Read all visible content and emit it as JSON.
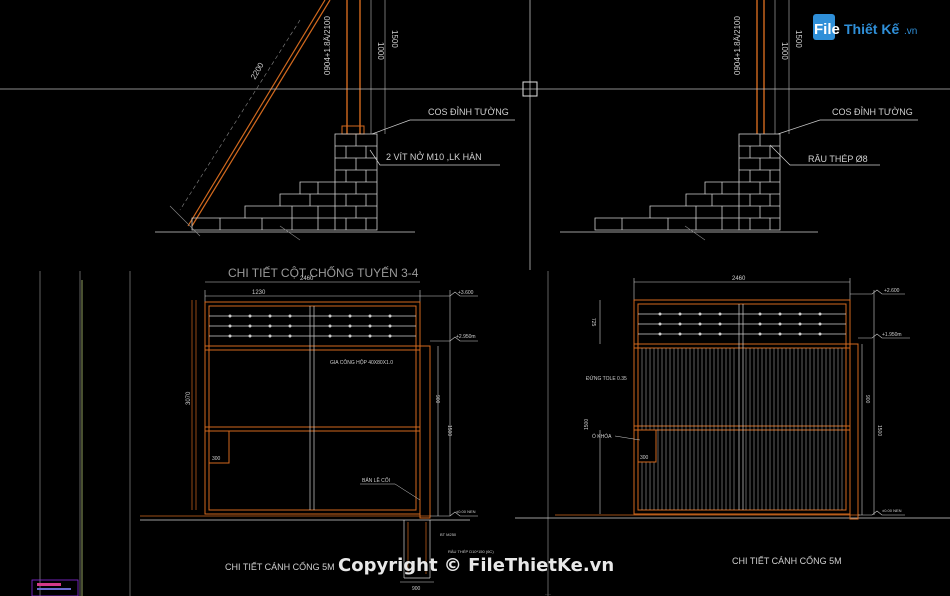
{
  "drawing": {
    "dims": {
      "d2200_top": "2200",
      "d1000_left": "1000",
      "d1500_left": "1500",
      "d0904_left": "0904+1.8Ä/2100",
      "d1000_right": "1000",
      "d1500_right": "1500",
      "d0904_right": "0904+1.8Ä/2100",
      "d2460_left": "2460",
      "d1230": "1230",
      "d2460_right": "2460",
      "d725_right": "725",
      "d1500_left_gate": "1500",
      "d900_left": "900",
      "d1500_side_left": "1500",
      "d3070": "3070",
      "d300_l": "300",
      "d300_r": "300",
      "d900_bottom": "900",
      "d900_right_gate": "900",
      "d1500_right_gate": "1500"
    },
    "notes": {
      "cos_dinh_tuong_left": "COS ĐỈNH TƯỜNG",
      "vit_no": "2 VÍT NỞ M10 ,LK HÀN",
      "cos_dinh_tuong_right": "COS ĐỈNH TƯỜNG",
      "rau_thep": "RÂU THÉP Ø8",
      "section_title_top": "CHI TIẾT CỘT CHỐNG TUYẾN 3-4",
      "elev_l_top": "+3.600",
      "elev_l_mid": "+2.950m",
      "elev_r_top": "+2.600",
      "elev_r_mid": "+1.950m",
      "gia_cong_hop": "GIA CÔNG HỘP 40X80X1.0",
      "ban_le_coi": "BẢN LỀ CỐI",
      "elev_l_ground": "±0.00 NEN",
      "elev_r_ground": "±0.00 NEN",
      "bt_250": "BT M250",
      "rau_thep_d10": "RÂU THÉP D10*150 (6C)",
      "dung_tole": "ĐỨNG TOLE 0.35",
      "o_khoa": "Ổ KHÓA",
      "title_left": "CHI TIẾT CÁNH CỔNG 5M",
      "title_right": "CHI TIẾT CÁNH CỔNG 5M"
    }
  },
  "watermark": {
    "logo_file": "File",
    "logo_rest": "Thiết Kế",
    "logo_domain": ".vn",
    "copyright": "Copyright © FileThietKe.vn"
  },
  "colors": {
    "background": "#000000",
    "steel": "#d2691e",
    "line_white": "#d9d9d9",
    "text": "#cfcfcf",
    "logo_blue": "#2f8fd8"
  }
}
